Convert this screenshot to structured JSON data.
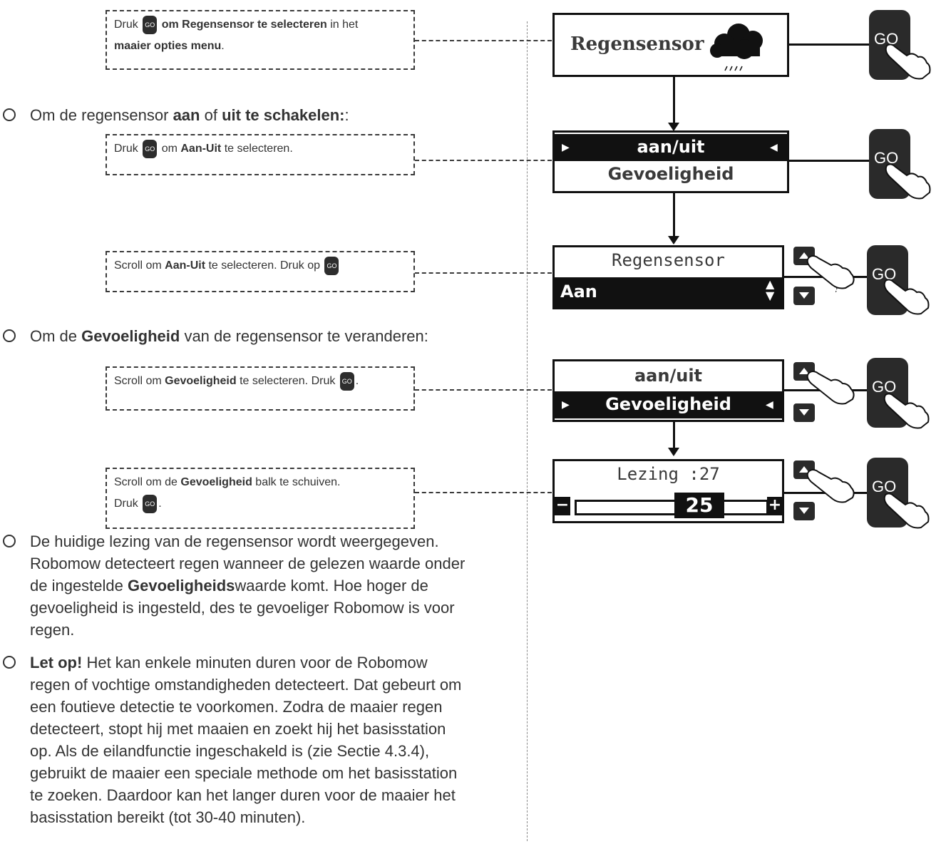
{
  "step1": {
    "pre": "Druk",
    "go": "GO",
    "bold": "om Regensensor te selecteren",
    "post": "in het",
    "bold2": "maaier opties menu",
    "end": "."
  },
  "bullet_onoff": {
    "pre": "Om de regensensor",
    "b1": "aan",
    "mid": "of",
    "b2": "uit te schakelen:",
    "end": ":"
  },
  "step2": {
    "pre": "Druk",
    "go": "GO",
    "mid": "om",
    "bold": "Aan-Uit",
    "post": "te selecteren."
  },
  "step3": {
    "pre": "Scroll om",
    "bold": "Aan-Uit",
    "post": "te selecteren. Druk op",
    "go": "GO"
  },
  "bullet_sens": {
    "pre": "Om de",
    "bold": "Gevoeligheid",
    "post": "van de regensensor te veranderen:"
  },
  "step4": {
    "pre": "Scroll om",
    "bold": "Gevoeligheid",
    "post": "te selecteren. Druk",
    "go": "GO",
    "end": "."
  },
  "step5": {
    "pre": "Scroll om de",
    "bold": "Gevoeligheid",
    "post": "balk te schuiven.",
    "line2": "Druk",
    "go": "GO",
    "end": "."
  },
  "bullet_reading": {
    "l1": "De huidige lezing van de regensensor wordt weergegeven.",
    "l2": "Robomow detecteert regen wanneer de gelezen waarde onder",
    "l3_pre": "de ingestelde",
    "l3_bold": "Gevoeligheids",
    "l3_post": "waarde komt. Hoe hoger de",
    "l4": "gevoeligheid is ingesteld, des te gevoeliger Robomow is voor",
    "l5": "regen."
  },
  "bullet_note": {
    "bold": "Let op!",
    "l1": "Het kan enkele minuten duren voor de Robomow",
    "l2": "regen of vochtige omstandigheden detecteert. Dat gebeurt om",
    "l3": "een foutieve detectie te voorkomen. Zodra de maaier regen",
    "l4": "detecteert, stopt hij met maaien en zoekt hij het basisstation",
    "l5": "op. Als de eilandfunctie ingeschakeld is (zie Sectie 4.3.4),",
    "l6": "gebruikt de maaier een speciale methode om het basisstation",
    "l7": "te zoeken. Daardoor kan het langer duren voor de maaier het",
    "l8": "basisstation bereikt (tot 30-40 minuten)."
  },
  "lcd1": {
    "text": "Regensensor"
  },
  "lcd2": {
    "row1": "aan/uit",
    "row2": "Gevoeligheid"
  },
  "lcd3": {
    "title": "Regensensor",
    "value": "Aan"
  },
  "lcd4": {
    "row1": "aan/uit",
    "row2": "Gevoeligheid"
  },
  "lcd5": {
    "title": "Lezing :27",
    "value": "25",
    "minus": "−",
    "plus": "+"
  },
  "go_label": "GO",
  "icons": {
    "cloud": "rain-cloud-icon",
    "hand": "pointing-hand-icon"
  }
}
